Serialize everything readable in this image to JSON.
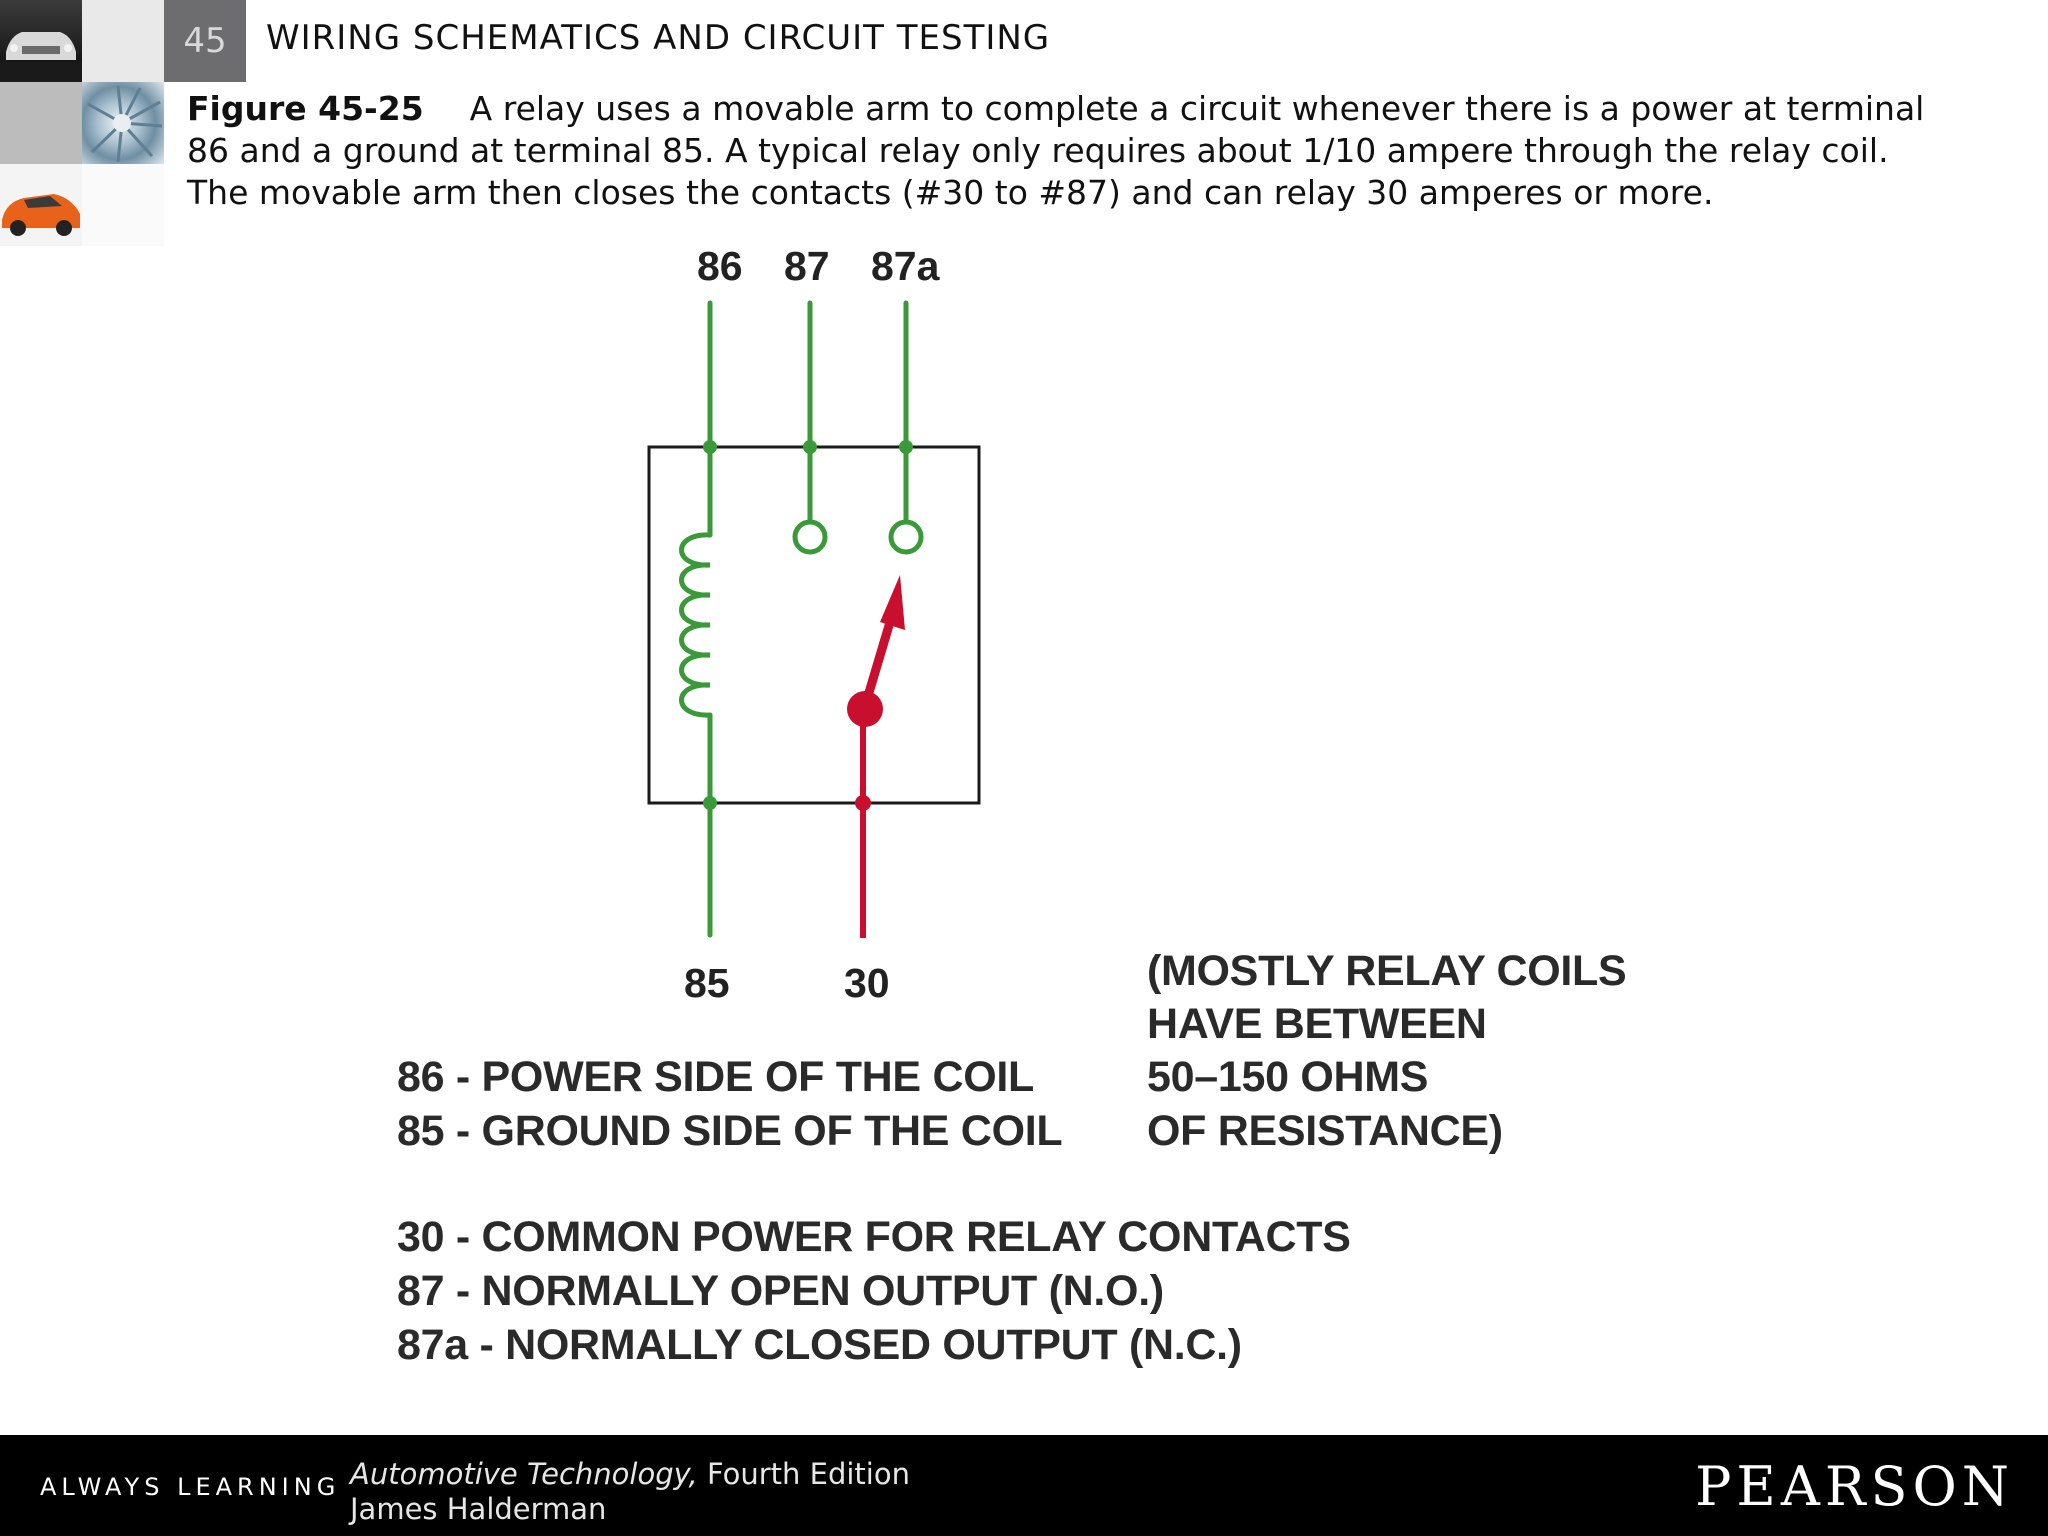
{
  "header": {
    "chapter_number": "45",
    "chapter_title": "WIRING SCHEMATICS AND CIRCUIT TESTING"
  },
  "caption": {
    "figure_label": "Figure 45-25",
    "text": "A relay uses a movable arm to complete a circuit whenever there is a power at terminal 86 and a ground at terminal 85. A typical relay only requires about 1/10 ampere through the relay coil. The movable arm then closes the contacts (#30 to #87) and can relay 30 amperes or more."
  },
  "diagram": {
    "terminals_top": [
      "86",
      "87",
      "87a"
    ],
    "terminals_bottom": [
      "85",
      "30"
    ],
    "colors": {
      "coil_circuit": "#3a9a3a",
      "common_arm": "#c8102e",
      "box": "#1a1a1a"
    },
    "legend_coil": [
      "86 - POWER SIDE OF THE COIL",
      "85 - GROUND SIDE OF THE COIL"
    ],
    "legend_contacts": [
      "30 - COMMON POWER FOR RELAY CONTACTS",
      "87 - NORMALLY OPEN OUTPUT (N.O.)",
      "87a - NORMALLY CLOSED OUTPUT (N.C.)"
    ],
    "resistance_note": [
      "(MOSTLY RELAY COILS",
      "HAVE BETWEEN",
      "50–150 OHMS",
      "OF RESISTANCE)"
    ]
  },
  "footer": {
    "tagline": "ALWAYS LEARNING",
    "book_title": "Automotive Technology,",
    "edition": "Fourth Edition",
    "author": "James Halderman",
    "publisher": "PEARSON"
  }
}
